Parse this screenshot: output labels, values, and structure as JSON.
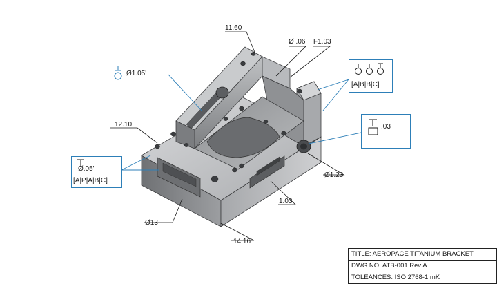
{
  "dimensions": {
    "top_length": "11.60",
    "hole_dia_small": "Ø .06",
    "fillet": "F1.03",
    "left_length": "12.10",
    "front_hole": "Ø13",
    "bottom_length": "14.16",
    "slot_width": "1.03",
    "side_hole": "Ø1.23"
  },
  "gdt": {
    "callout_top_left": {
      "value": "Ø1.05'"
    },
    "callout_left": {
      "value": "Ø.05'",
      "datums": "[A|P|A|B|C]"
    },
    "callout_top_right": {
      "datums": "[A|B|B|C]"
    },
    "callout_right": {
      "value": ".03"
    }
  },
  "title_block": {
    "title": "TITLE: AEROPACE TITANIUM BRACKET",
    "dwg_no": "DWG NO: ATB-001 Rev A",
    "tolerances": "TOLEANCES: ISO 2768-1 mK"
  },
  "colors": {
    "leader_blue": "#2d7fb8",
    "part_metal": "#9a9ca0"
  }
}
